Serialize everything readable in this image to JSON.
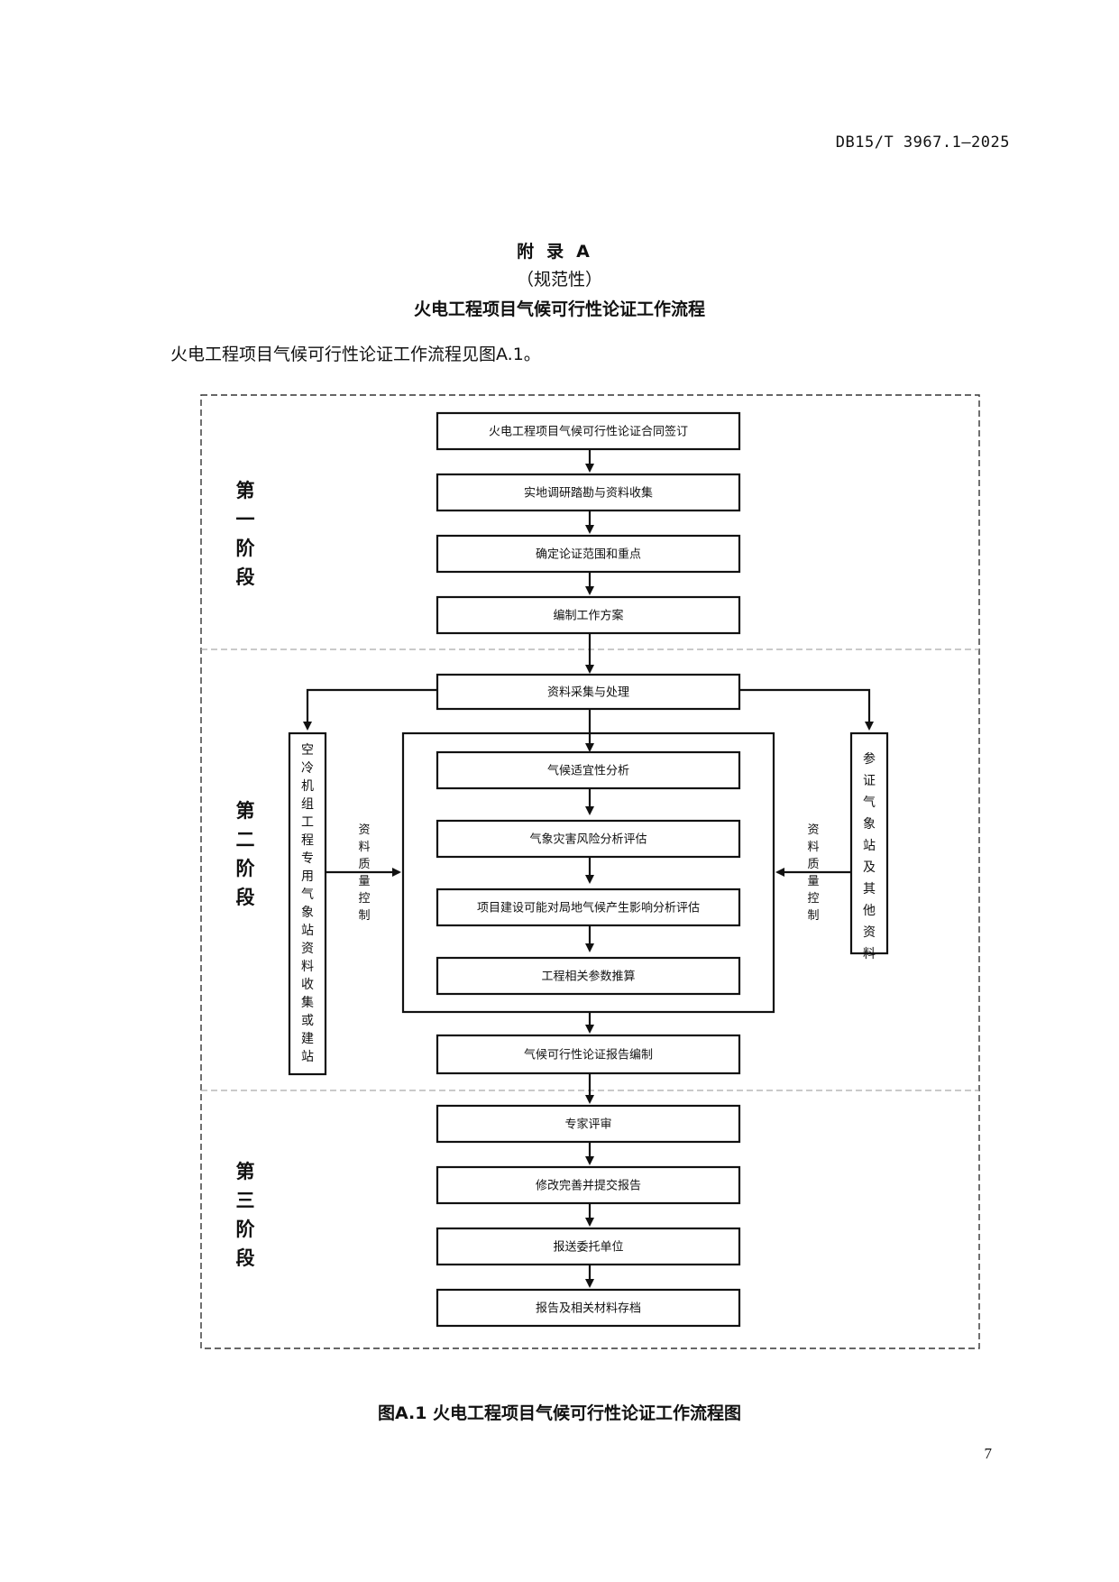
{
  "header": {
    "code": "DB15/T 3967.1—2025"
  },
  "appendix": {
    "label": "附录A",
    "normative": "（规范性）",
    "title": "火电工程项目气候可行性论证工作流程"
  },
  "intro_text": "火电工程项目气候可行性论证工作流程见图A.1。",
  "flowchart": {
    "stages": [
      "第一阶段",
      "第二阶段",
      "第三阶段"
    ],
    "stage1_steps": [
      "火电工程项目气候可行性论证合同签订",
      "实地调研踏勘与资料收集",
      "确定论证范围和重点",
      "编制工作方案"
    ],
    "stage2_collect": "资料采集与处理",
    "left_side": "空冷机组工程专用气象站资料收集或建站",
    "right_side": "参证气象站及其他资料",
    "quality_control_left": "资料质量控制",
    "quality_control_right": "资料质量控制",
    "analysis_steps": [
      "气候适宜性分析",
      "气象灾害风险分析评估",
      "项目建设可能对局地气候产生影响分析评估",
      "工程相关参数推算"
    ],
    "report_step": "气候可行性论证报告编制",
    "stage3_steps": [
      "专家评审",
      "修改完善并提交报告",
      "报送委托单位",
      "报告及相关材料存档"
    ]
  },
  "figure_caption": "图A.1  火电工程项目气候可行性论证工作流程图",
  "page_number": "7"
}
